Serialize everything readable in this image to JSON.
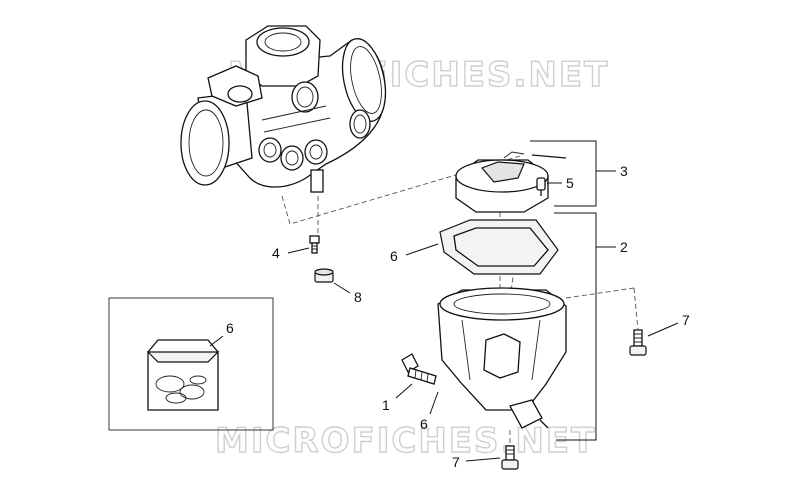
{
  "watermark": "MICROFICHES.NET",
  "callouts": {
    "c1": "1",
    "c2": "2",
    "c3": "3",
    "c4": "4",
    "c5": "5",
    "c6_gasket": "6",
    "c6_kit": "6",
    "c6_washer": "6",
    "c7_right": "7",
    "c7_bottom": "7",
    "c8": "8"
  },
  "colors": {
    "line": "#111111",
    "watermark": "#cfcfcf",
    "background": "#ffffff"
  }
}
